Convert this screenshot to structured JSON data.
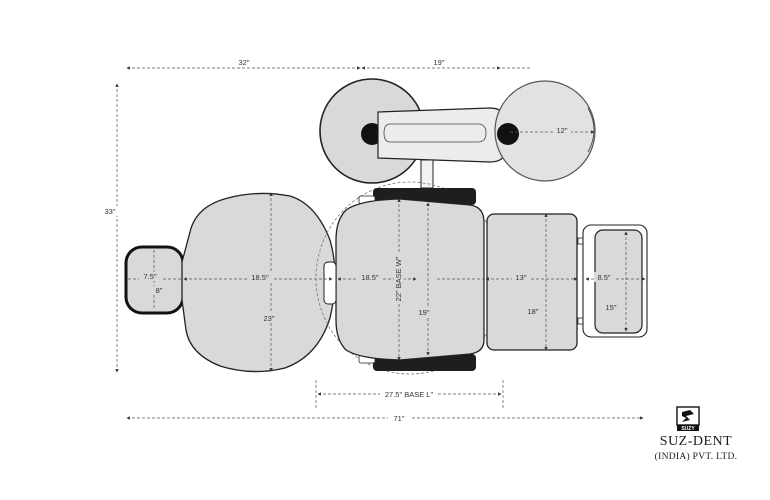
{
  "dimensions": {
    "chair_top_left": "32\"",
    "chair_top_right": "19\"",
    "overall_height": "33\"",
    "tray_diameter": "12\"",
    "headrest_width": "7.5\"",
    "headrest_height": "8\"",
    "backrest_width": "18.5\"",
    "backrest_length": "23\"",
    "seat_width": "18.5\"",
    "base_width": "22\" BASE W\"",
    "seat_length": "19\"",
    "leg_width": "13\"",
    "leg_length": "18\"",
    "foot_width": "8.5\"",
    "foot_length": "15\"",
    "base_length": "27.5\" BASE L\"",
    "overall_length": "71\""
  },
  "brand": {
    "name": "SUZ-DENT",
    "subtitle": "(INDIA) PVT. LTD.",
    "logo_text": "SUZY"
  },
  "colors": {
    "fill": "#d9d9d9",
    "stroke": "#222222",
    "dark": "#1a1a1a",
    "dimension": "#555555"
  }
}
